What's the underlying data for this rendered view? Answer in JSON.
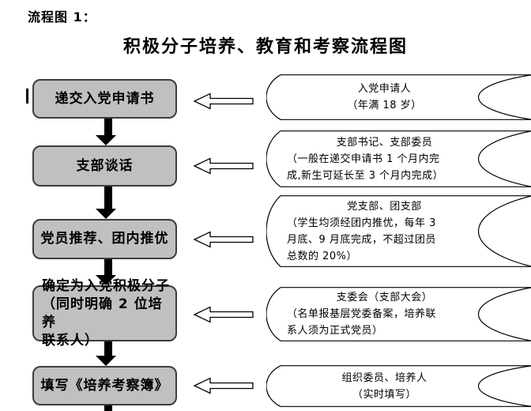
{
  "header": {
    "label": "流程图 1：",
    "title": "积极分子培养、教育和考察流程图"
  },
  "flow": {
    "steps": [
      {
        "box_lines": [
          "递交入党申请书"
        ],
        "note_lines": [
          "入党申请人",
          "（年满 18 岁）"
        ]
      },
      {
        "box_lines": [
          "支部谈话"
        ],
        "note_lines": [
          "支部书记、支部委员",
          "（一般在递交申请书 1 个月内完",
          "成,新生可延长至 3 个月内完成）"
        ]
      },
      {
        "box_lines": [
          "党员推荐、团内推优"
        ],
        "note_lines": [
          "党支部、团支部",
          "（学生均须经团内推优，每年 3",
          "月底、9 月底完成，不超过团员",
          "总数的 20%）"
        ]
      },
      {
        "box_lines": [
          "确定为入党积极分子",
          "（同时明确 2 位培养",
          "联系人）"
        ],
        "note_lines": [
          "支委会（支部大会）",
          "（名单报基层党委备案，培养联",
          "系人须为正式党员）"
        ]
      },
      {
        "box_lines": [
          "填写《培养考察簿》"
        ],
        "note_lines": [
          "组织委员、培养人",
          "（实时填写）"
        ]
      }
    ]
  },
  "colors": {
    "background": "#ffffff",
    "box_fill": "#c0c0c0",
    "box_border": "#3d3d3d",
    "connector_fill": "#000000",
    "note_fill": "#ffffff",
    "note_stroke": "#000000",
    "text": "#000000"
  }
}
